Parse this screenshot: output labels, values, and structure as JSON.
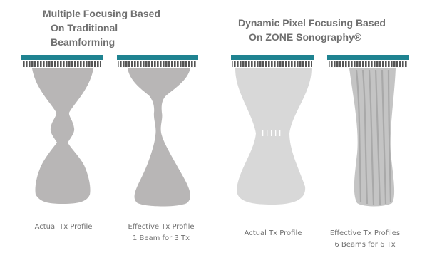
{
  "titles": {
    "left": [
      "Multiple Focusing Based",
      "On Traditional",
      "Beamforming"
    ],
    "right": [
      "Dynamic Pixel Focusing Based",
      "On ZONE Sonography®"
    ]
  },
  "captions": [
    [
      "Actual Tx Profile"
    ],
    [
      "Effective Tx Profile",
      "1 Beam for 3 Tx"
    ],
    [
      "Actual Tx Profile"
    ],
    [
      "Effective Tx Profiles",
      "6 Beams for 6 Tx"
    ]
  ],
  "colors": {
    "title_text": "#6f6f6f",
    "caption_text": "#6f6f6f",
    "transducer_bar": "#1f8391",
    "transducer_elements": "#555555",
    "beam_dark": "#b8b6b6",
    "beam_light": "#d8d8d8",
    "beam_mid": "#c4c4c4"
  }
}
